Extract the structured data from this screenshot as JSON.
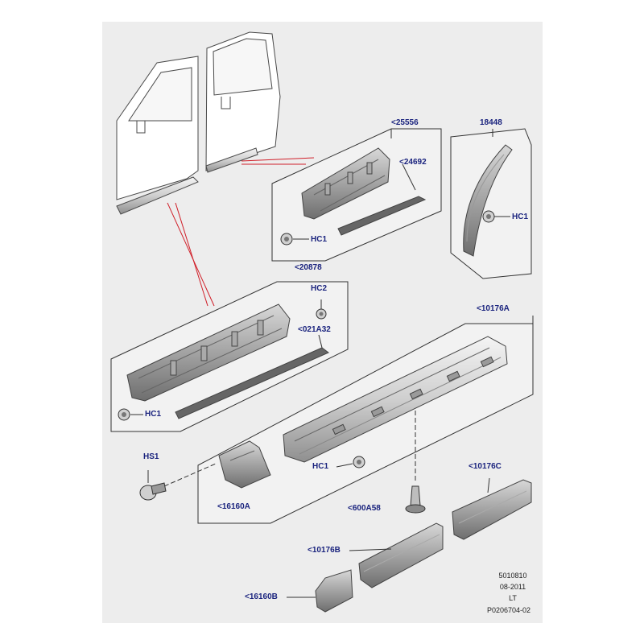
{
  "labels": {
    "p25556": "<25556",
    "p24692": "<24692",
    "p18448": "18448",
    "p20878": "<20878",
    "p021a32": "<021A32",
    "p10176a": "<10176A",
    "p10176b": "<10176B",
    "p10176c": "<10176C",
    "p16160a": "<16160A",
    "p16160b": "<16160B",
    "p600a58": "<600A58",
    "hs1": "HS1",
    "hc1_a": "HC1",
    "hc1_b": "HC1",
    "hc1_c": "HC1",
    "hc1_d": "HC1",
    "hc2": "HC2"
  },
  "footer": {
    "code1": "5010810",
    "date": "08-2011",
    "side": "LT",
    "ref": "P0206704-02"
  },
  "colors": {
    "background": "#ededed",
    "label_text": "#1a237e",
    "leader_red": "#d0202a",
    "outline": "#333333"
  }
}
